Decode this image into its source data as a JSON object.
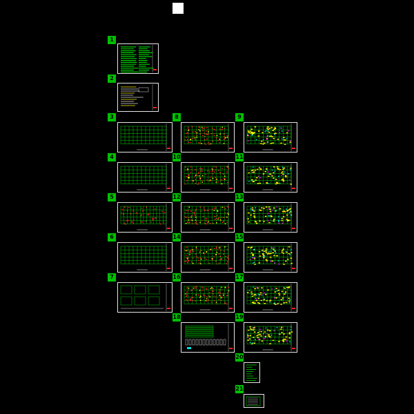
{
  "header": {
    "title_label": ""
  },
  "sheets": [
    {
      "number": "1",
      "kind": "notes"
    },
    {
      "number": "2",
      "kind": "text"
    },
    {
      "number": "3",
      "kind": "grid"
    },
    {
      "number": "4",
      "kind": "grid"
    },
    {
      "number": "5",
      "kind": "grid-dense"
    },
    {
      "number": "6",
      "kind": "grid"
    },
    {
      "number": "7",
      "kind": "details"
    },
    {
      "number": "8",
      "kind": "plan-red"
    },
    {
      "number": "9",
      "kind": "plan-yellow"
    },
    {
      "number": "10",
      "kind": "plan-red"
    },
    {
      "number": "11",
      "kind": "plan-yellow"
    },
    {
      "number": "12",
      "kind": "plan-red"
    },
    {
      "number": "13",
      "kind": "plan-yellow"
    },
    {
      "number": "14",
      "kind": "plan-red"
    },
    {
      "number": "15",
      "kind": "plan-yellow"
    },
    {
      "number": "16",
      "kind": "plan-red"
    },
    {
      "number": "17",
      "kind": "plan-yellow"
    },
    {
      "number": "18",
      "kind": "schedule"
    },
    {
      "number": "19",
      "kind": "plan-yellow"
    },
    {
      "number": "20",
      "kind": "small-portrait"
    },
    {
      "number": "21",
      "kind": "small-detail"
    }
  ],
  "colors": {
    "label_bg": "#00c000",
    "sheet_border": "#e8e8e8",
    "grid_line": "#00d000",
    "red": "#ff2020",
    "yellow": "#ffee00",
    "cyan": "#00e0e0",
    "magenta": "#ff00ff"
  }
}
